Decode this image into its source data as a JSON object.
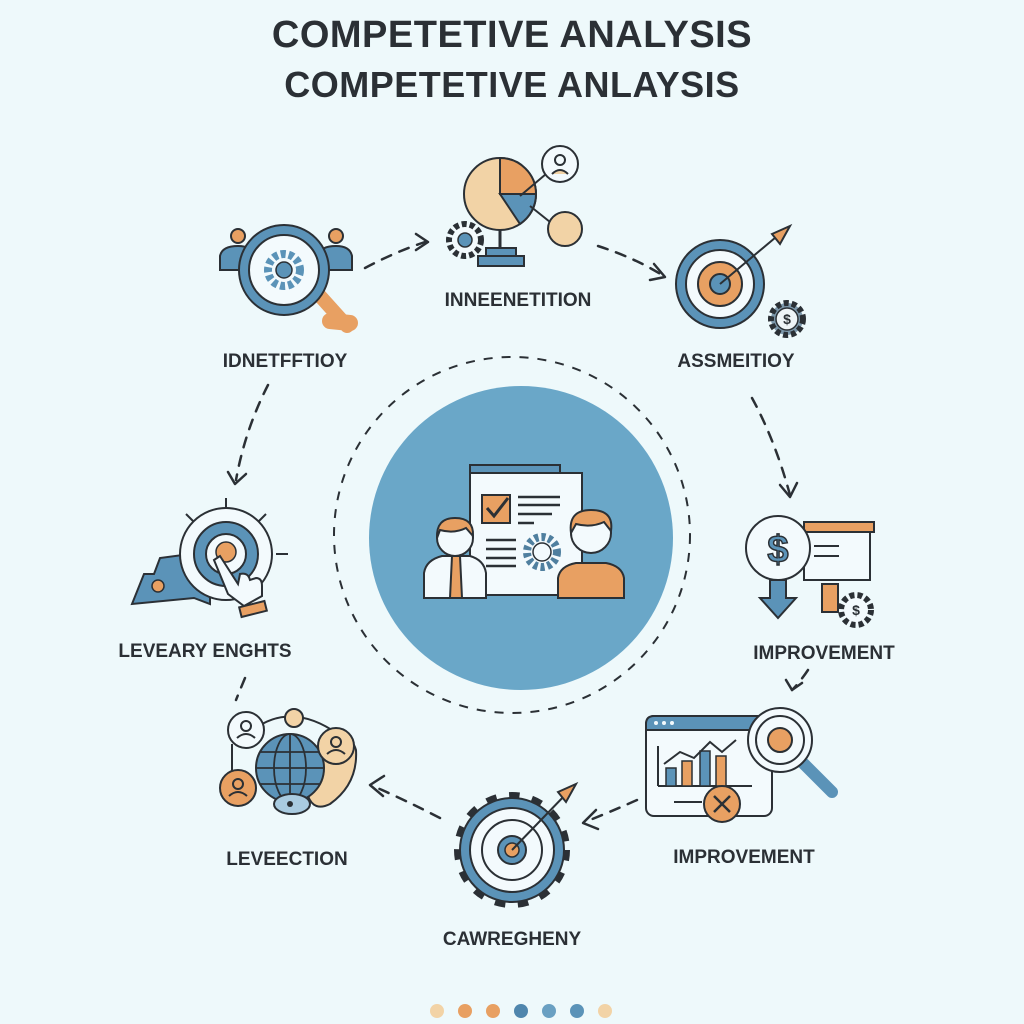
{
  "header": {
    "title_line1": "COMPETETIVE ANALYSIS",
    "title_line2": "COMPETETIVE ANLAYSIS"
  },
  "colors": {
    "background": "#eef9fb",
    "blue": "#5b93b8",
    "center_blue": "#6aa7c8",
    "orange": "#e8a062",
    "light_orange": "#f2d3a6",
    "outline": "#2b3035"
  },
  "steps": [
    {
      "label": "IDNETFFTIOY",
      "icon": "magnifier-gear-people-icon"
    },
    {
      "label": "INNEENETITION",
      "icon": "pie-chart-gear-icon"
    },
    {
      "label": "ASSMEITIOY",
      "icon": "target-arrow-dollar-gear-icon"
    },
    {
      "label": "IMPROVEMENT",
      "icon": "dollar-presentation-icon"
    },
    {
      "label": "IMPROVEMENT",
      "icon": "chart-magnifier-icon"
    },
    {
      "label": "CAWREGHENY",
      "icon": "gear-target-icon"
    },
    {
      "label": "LEVEECTION",
      "icon": "globe-network-icon"
    },
    {
      "label": "LEVEARY ENGHTS",
      "icon": "target-hand-click-icon"
    }
  ],
  "center": {
    "icon": "team-document-checklist-icon"
  },
  "pagination": {
    "dots": [
      "#f2d3a6",
      "#e8a062",
      "#e8a062",
      "#4f86ad",
      "#6aa0c2",
      "#5b93b8",
      "#f2d3a6"
    ]
  }
}
